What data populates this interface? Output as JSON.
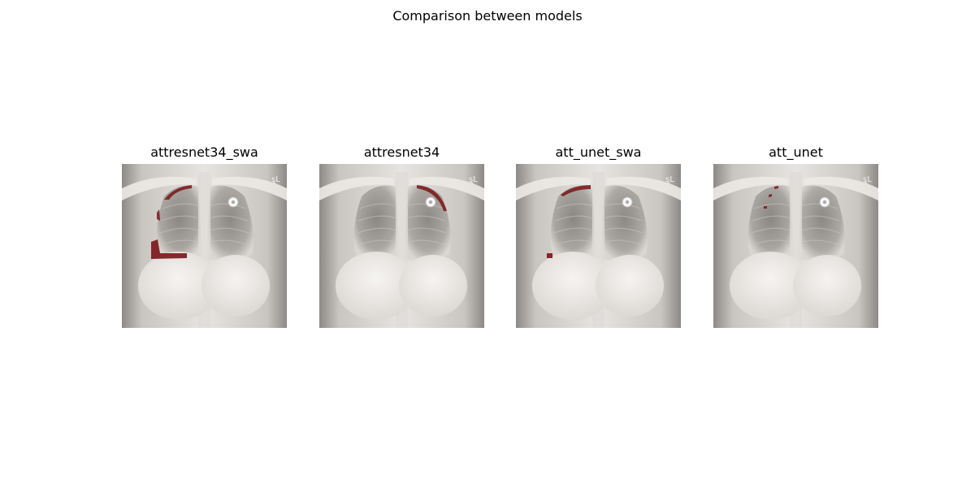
{
  "figure": {
    "title": "Comparison between models",
    "panels": [
      {
        "title": "attresnet34_swa"
      },
      {
        "title": "attresnet34"
      },
      {
        "title": "att_unet_swa"
      },
      {
        "title": "att_unet"
      }
    ]
  },
  "colors": {
    "overlay": "#7a1418",
    "background": "#ffffff"
  }
}
